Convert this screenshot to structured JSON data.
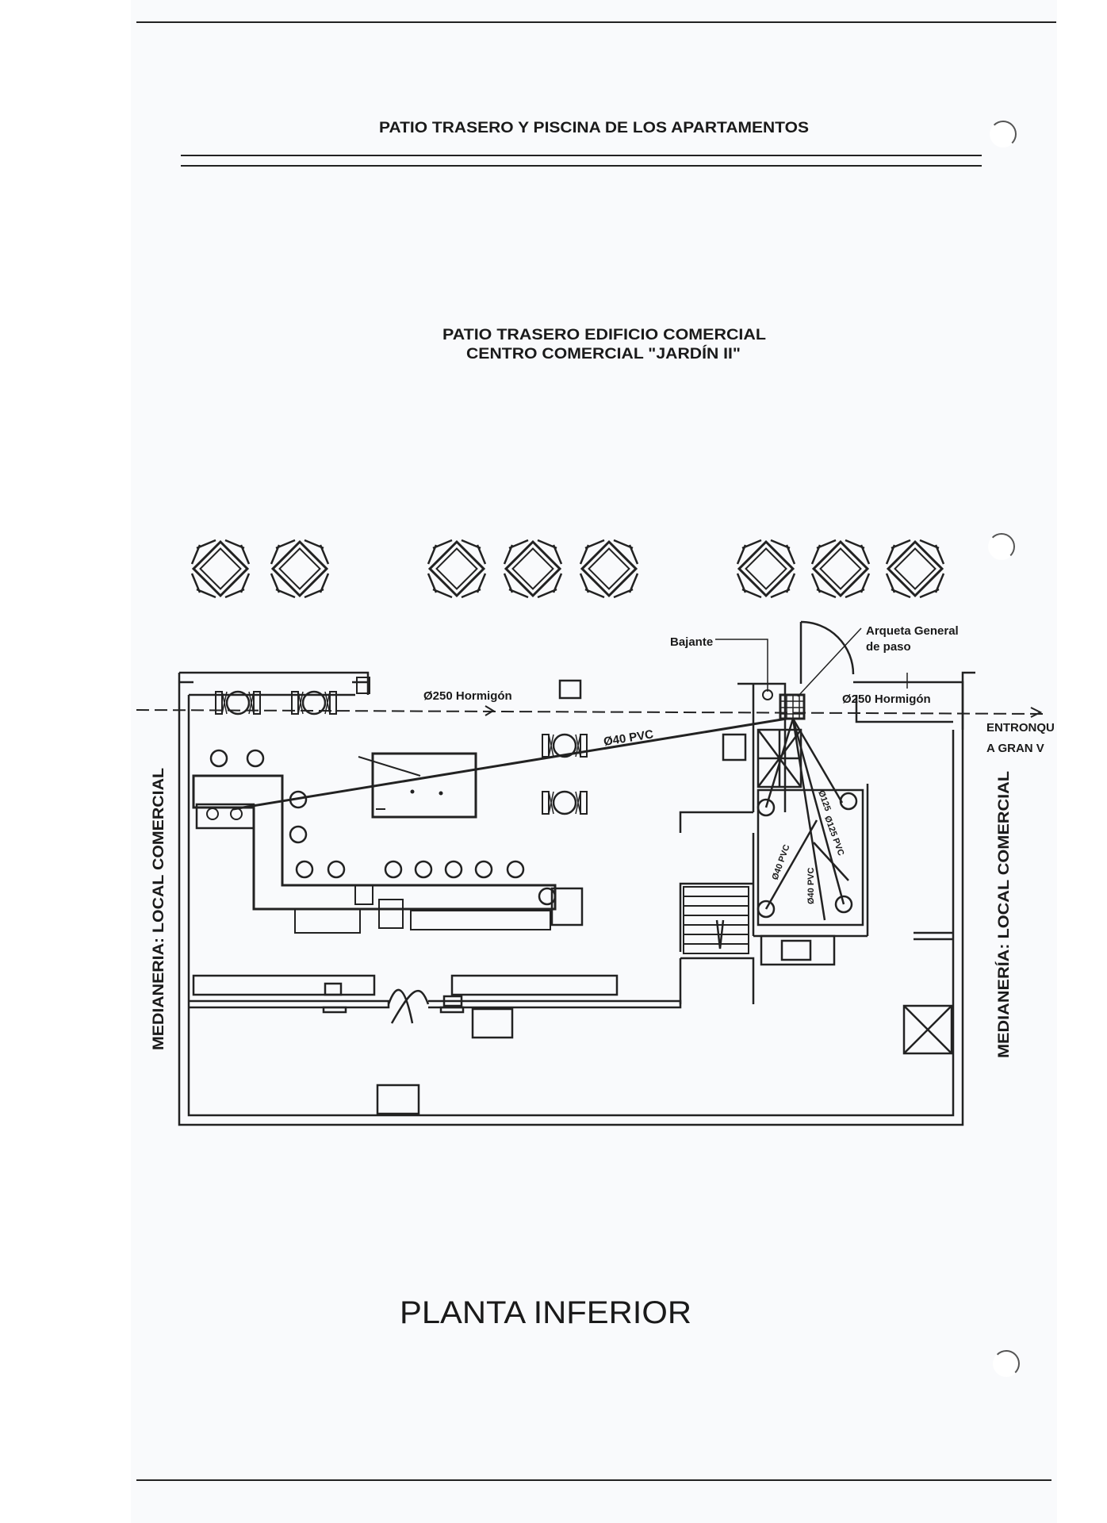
{
  "header": {
    "title": "PATIO TRASERO  Y PISCINA DE LOS APARTAMENTOS"
  },
  "top_block": {
    "line1": "PATIO TRASERO  EDIFICIO COMERCIAL",
    "line2": "CENTRO COMERCIAL \"JARDÍN II\""
  },
  "labels": {
    "bajante": "Bajante",
    "arqueta_1": "Arqueta General",
    "arqueta_2": "de paso",
    "pipe_main_left": "Ø250 Hormigón",
    "pipe_main_right": "Ø250 Hormigón",
    "pipe_pvc40": "Ø40 PVC",
    "entronque_1": "ENTRONQU",
    "entronque_2": "A GRAN V",
    "pipe_125_a": "Ø125",
    "pipe_125_b": "Ø125 PVC",
    "pipe_40_a": "Ø40 PVC",
    "pipe_40_b": "Ø40 PVC",
    "left_wall": "MEDIANERIA: LOCAL COMERCIAL",
    "right_wall": "MEDIANERÍA: LOCAL COMERCIAL"
  },
  "footer": {
    "plan_title": "PLANTA INFERIOR"
  }
}
